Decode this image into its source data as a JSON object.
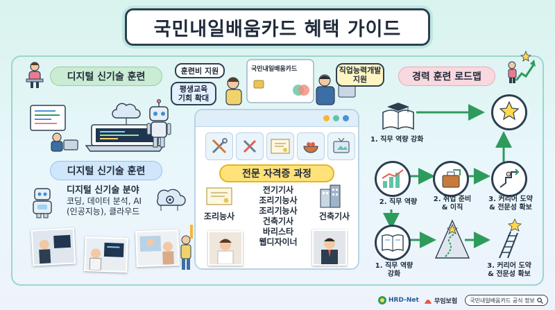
{
  "title": "국민내일배움카드 혜택 가이드",
  "left": {
    "pill1": "디지털 신기술 훈련",
    "pill2": "디지털 신기술 훈련",
    "field_label": "디지털 신기술 분야",
    "fields_line1": "코딩, 데이터 분석, AI",
    "fields_line2": "(인공지능), 클라우드"
  },
  "center": {
    "bubble_subsidy": "훈련비 지원",
    "bubble_lifelong_1": "평생교육",
    "bubble_lifelong_2": "기회 확대",
    "card_label": "국민내일배움카드",
    "bubble_job_1": "직업능력개발",
    "bubble_job_2": "지원",
    "cert_pill": "전문 자격증 과정",
    "cert_left": "조리능사",
    "cert_middle": [
      "전기기사",
      "조리기능사",
      "조리기능사",
      "건축기사",
      "바리스타",
      "웹디자이너"
    ],
    "cert_right": "건축기사"
  },
  "right": {
    "pill": "경력 훈련 로드맵",
    "step_top": "1. 직무 역량 강화",
    "step_mid_left": "2. 직무 역량",
    "step_mid_center_1": "2. 취업 준비",
    "step_mid_center_2": "& 이직",
    "step_mid_right_1": "3. 커리어 도약",
    "step_mid_right_2": "& 전문성 확보",
    "step_bot_left_1": "1. 직무 역량",
    "step_bot_left_2": "강화",
    "step_bot_right_1": "3. 커리어 도약",
    "step_bot_right_2": "& 전문성 확보"
  },
  "footer": {
    "logo_hrd": "HRD-Net",
    "logo_insurance": "무임보험",
    "official_button": "국민내일배움카드 공식 정보"
  },
  "colors": {
    "navy": "#2c3e50",
    "green_pill": "#c9ecd3",
    "blue_pill": "#cfe6fb",
    "pink_pill": "#f9d8df",
    "yellow_pill": "#ffe27a",
    "accent_green": "#2e9b5c"
  }
}
